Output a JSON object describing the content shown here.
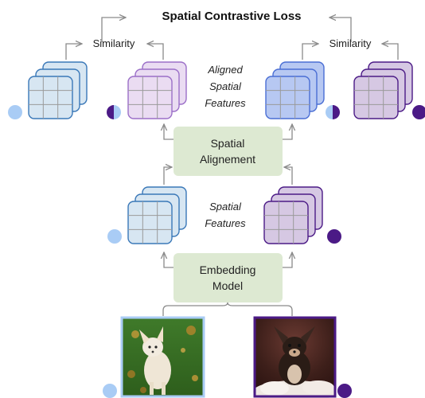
{
  "title": "Spatial Contrastive Loss",
  "similarity_left": "Similarity",
  "similarity_right": "Similarity",
  "aligned_features": [
    "Aligned",
    "Spatial",
    "Features"
  ],
  "spatial_features": [
    "Spatial",
    "Features"
  ],
  "spatial_alignment": [
    "Spatial",
    "Alignement"
  ],
  "embedding_model": [
    "Embedding",
    "Model"
  ],
  "images": [
    {
      "subject": "white chihuahua on grass with autumn leaves"
    },
    {
      "subject": "black and tan chihuahua on fluffy white blanket"
    }
  ],
  "colors": {
    "blue_fill": "#d7e6f2",
    "blue_stroke": "#3a78b8",
    "blue_dot": "#a9ccf5",
    "light_purple_fill": "#eadcf2",
    "light_purple_stroke": "#9b6fc8",
    "bright_blue_fill": "#b7c8f2",
    "bright_blue_stroke": "#4a6ed4",
    "purple_fill": "#d6c8e3",
    "purple_stroke": "#4b1a86",
    "purple_dot": "#4b1a86",
    "green_box": "#dde9d2",
    "arrow": "#8a8a8a"
  }
}
